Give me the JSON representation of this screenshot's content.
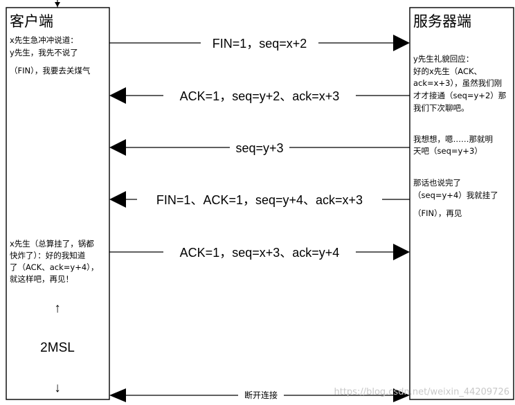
{
  "client": {
    "title": "客户端",
    "note1": [
      "x先生急冲冲说道：",
      "y先生，我先不说了",
      "（FIN），我要去关煤气"
    ],
    "note2": [
      "x先生（总算挂了，锅都",
      "快炸了）：好的我知道",
      "了（ACK、ack=y+4），",
      "就这样吧，再见！"
    ],
    "up_arrow": "↑",
    "wait_label": "2MSL",
    "down_arrow": "↓"
  },
  "server": {
    "title": "服务器端",
    "note1": [
      "y先生礼貌回应：",
      "好的x先生（ACK、",
      "ack=x+3），虽然我们刚",
      "才才接通（seq=y+2）那",
      "我们下次聊吧。"
    ],
    "note2": [
      "我想想，嗯……那就明",
      "天吧（seq=y+3）"
    ],
    "note3": [
      "那话也说完了",
      "（seq=y+4）我就挂了",
      "（FIN），再见"
    ]
  },
  "messages": [
    {
      "label": "FIN=1，seq=x+2",
      "direction": "right"
    },
    {
      "label": "ACK=1，seq=y+2、ack=x+3",
      "direction": "left"
    },
    {
      "label": "seq=y+3",
      "direction": "left"
    },
    {
      "label": "FIN=1、ACK=1，seq=y+4、ack=x+3",
      "direction": "left"
    },
    {
      "label": "ACK=1，seq=x+3、ack=y+4",
      "direction": "right"
    }
  ],
  "disconnect_label": "断开连接",
  "watermark": "https://blog.csdn.net/weixin_44209726"
}
